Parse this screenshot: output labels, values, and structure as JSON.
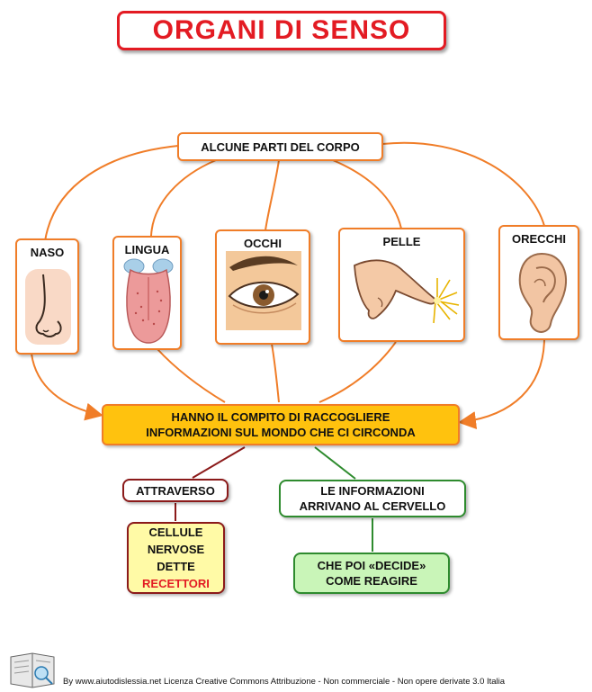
{
  "title": "ORGANI DI  SENSO",
  "body_parts": "ALCUNE PARTI DEL CORPO",
  "organs": [
    {
      "label": "NASO",
      "icon": "nose-icon"
    },
    {
      "label": "LINGUA",
      "icon": "tongue-icon"
    },
    {
      "label": "OCCHI",
      "icon": "eye-icon"
    },
    {
      "label": "PELLE",
      "icon": "finger-touch-icon"
    },
    {
      "label": "ORECCHI",
      "icon": "ear-icon"
    }
  ],
  "task": {
    "line1": "HANNO IL COMPITO DI RACCOGLIERE",
    "line2": "INFORMAZIONI SUL MONDO CHE CI CIRCONDA"
  },
  "through": "ATTRAVERSO",
  "cells": {
    "line1": "CELLULE",
    "line2": "NERVOSE",
    "line3": "DETTE",
    "highlight": "RECETTORI"
  },
  "brain": {
    "line1": "LE INFORMAZIONI",
    "line2": "ARRIVANO AL CERVELLO"
  },
  "decide": {
    "line1": "CHE POI «DECIDE»",
    "line2": "COME REAGIRE"
  },
  "footer": "By www.aiutodislessia.net Licenza Creative Commons Attribuzione - Non commerciale - Non opere derivate 3.0 Italia",
  "colors": {
    "title": "#e31b23",
    "connector": "#f07d28",
    "main_fill": "#ffc20e",
    "red_branch": "#8b1a1a",
    "green_branch": "#2e8b2e",
    "cells_fill": "#fffaa6",
    "decide_fill": "#c9f5b8"
  }
}
